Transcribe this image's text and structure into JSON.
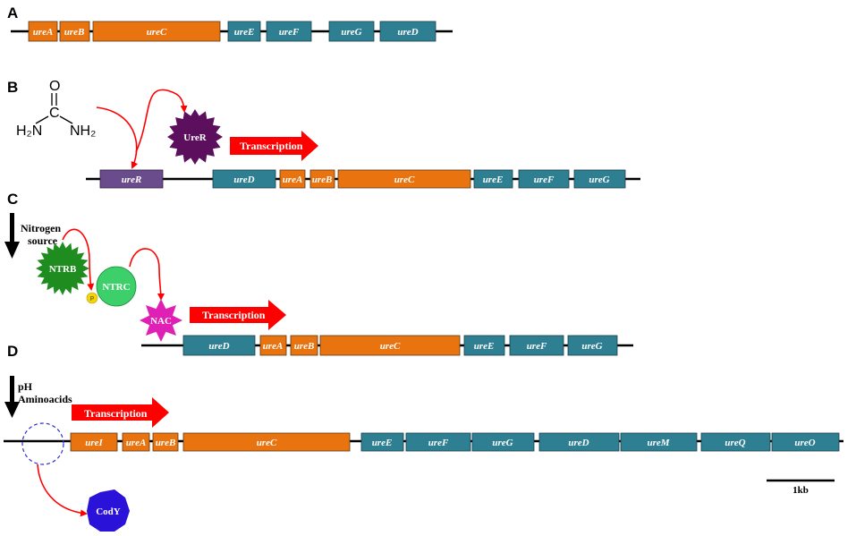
{
  "colors": {
    "orange": "#e8730f",
    "teal": "#2e7f92",
    "purple_gene": "#6a4c8c",
    "ureR_protein": "#5c0f5c",
    "ntrb": "#1e8c1e",
    "ntrc": "#3dcf6a",
    "phosphate": "#f2d40a",
    "nac": "#e01fb5",
    "cody": "#2b12d8",
    "arrow_red": "#ff0000",
    "line": "#000000"
  },
  "panels": {
    "A": {
      "label": "A",
      "genes": [
        {
          "name": "ureA",
          "color": "orange"
        },
        {
          "name": "ureB",
          "color": "orange"
        },
        {
          "name": "ureC",
          "color": "orange"
        },
        {
          "name": "ureE",
          "color": "teal"
        },
        {
          "name": "ureF",
          "color": "teal"
        },
        {
          "name": "ureG",
          "color": "teal"
        },
        {
          "name": "ureD",
          "color": "teal"
        }
      ]
    },
    "B": {
      "label": "B",
      "urea": {
        "o": "O",
        "c": "C",
        "n_left": "H₂N",
        "n_right": "NH₂"
      },
      "protein": "UreR",
      "transcription": "Transcription",
      "genes": [
        {
          "name": "ureR",
          "color": "purple_gene"
        },
        {
          "name": "ureD",
          "color": "teal"
        },
        {
          "name": "ureA",
          "color": "orange"
        },
        {
          "name": "ureB",
          "color": "orange"
        },
        {
          "name": "ureC",
          "color": "orange"
        },
        {
          "name": "ureE",
          "color": "teal"
        },
        {
          "name": "ureF",
          "color": "teal"
        },
        {
          "name": "ureG",
          "color": "teal"
        }
      ]
    },
    "C": {
      "label": "C",
      "condition": [
        "Nitrogen",
        "source"
      ],
      "ntrb": "NTRB",
      "ntrc": "NTRC",
      "phosphate": "P",
      "nac": "NAC",
      "transcription": "Transcription",
      "genes": [
        {
          "name": "ureD",
          "color": "teal"
        },
        {
          "name": "ureA",
          "color": "orange"
        },
        {
          "name": "ureB",
          "color": "orange"
        },
        {
          "name": "ureC",
          "color": "orange"
        },
        {
          "name": "ureE",
          "color": "teal"
        },
        {
          "name": "ureF",
          "color": "teal"
        },
        {
          "name": "ureG",
          "color": "teal"
        }
      ]
    },
    "D": {
      "label": "D",
      "condition": [
        "pH",
        "Aminoacids"
      ],
      "transcription": "Transcription",
      "protein": "CodY",
      "scale_bar": "1kb",
      "genes": [
        {
          "name": "ureI",
          "color": "orange"
        },
        {
          "name": "ureA",
          "color": "orange"
        },
        {
          "name": "ureB",
          "color": "orange"
        },
        {
          "name": "ureC",
          "color": "orange"
        },
        {
          "name": "ureE",
          "color": "teal"
        },
        {
          "name": "ureF",
          "color": "teal"
        },
        {
          "name": "ureG",
          "color": "teal"
        },
        {
          "name": "ureD",
          "color": "teal"
        },
        {
          "name": "ureM",
          "color": "teal"
        },
        {
          "name": "ureQ",
          "color": "teal"
        },
        {
          "name": "ureO",
          "color": "teal"
        }
      ]
    }
  }
}
